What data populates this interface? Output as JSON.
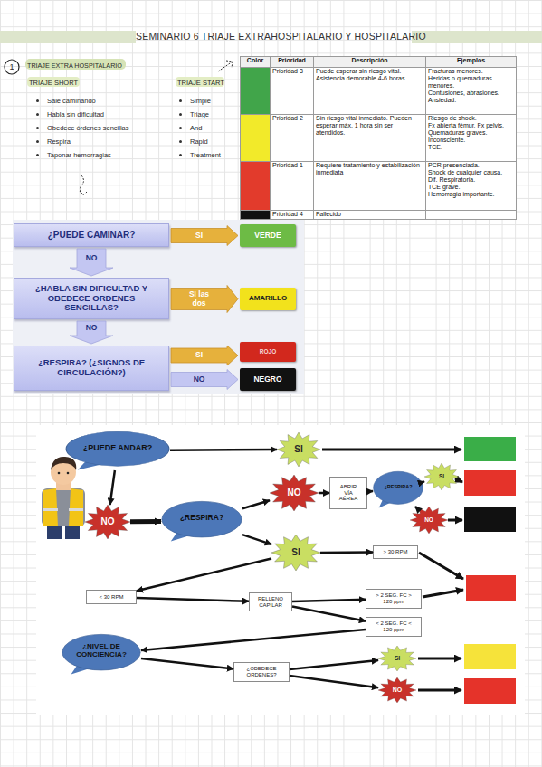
{
  "diagram": {
    "title": "SEMINARIO 6 TRIAJE EXTRAHOSPITALARIO Y HOSPITALARIO",
    "nodes": [
      {
        "text": [
          "¿PUEDE CAMINAR?"
        ]
      },
      {
        "text": [
          "VERDE"
        ]
      },
      {
        "text": [
          "¿HABLA SIN DIFICULTAD Y OBEDECE ORDENES SENCILLAS?"
        ]
      },
      {
        "text": [
          "AMARILLO"
        ]
      },
      {
        "text": [
          "¿RESPIRA? (¿SIGNOS DE CIRCULACIÓN?)"
        ]
      },
      {
        "text": [
          "ROJO"
        ]
      },
      {
        "text": [
          "NEGRO"
        ]
      },
      {
        "text": [
          "¿PUEDE ANDAR?"
        ]
      },
      {
        "text": [
          "SI"
        ]
      },
      {
        "text": [
          "NO"
        ]
      },
      {
        "text": [
          "¿RESPIRA?"
        ]
      },
      {
        "text": [
          "NO"
        ]
      },
      {
        "text": [
          "ABRIR VÍA AÉREA"
        ]
      },
      {
        "text": [
          "¿RESPIRA?"
        ]
      },
      {
        "text": [
          "SI"
        ]
      },
      {
        "text": [
          "NO"
        ]
      },
      {
        "text": [
          "SI"
        ]
      },
      {
        "text": [
          "> 30 RPM"
        ]
      },
      {
        "text": [
          "< 30 RPM"
        ]
      },
      {
        "text": [
          "RELLENO CAPILAR"
        ]
      },
      {
        "text": [
          "> 2 SEG. FC > 120 ppm"
        ]
      },
      {
        "text": [
          "< 2 SEG. FC < 120 ppm"
        ]
      },
      {
        "text": [
          "¿NIVEL DE CONCIENCIA?"
        ]
      },
      {
        "text": [
          "¿OBEDECE ORDENES?"
        ]
      },
      {
        "text": [
          "SI"
        ]
      },
      {
        "text": [
          "NO"
        ]
      }
    ],
    "edges": [
      {
        "from": 0,
        "to": 1,
        "label": "SI",
        "arrow": "to"
      },
      {
        "from": 0,
        "to": 2,
        "label": "NO",
        "arrow": "to"
      },
      {
        "from": 2,
        "to": 3,
        "label": "SI las dos",
        "arrow": "to"
      },
      {
        "from": 2,
        "to": 4,
        "label": "NO",
        "arrow": "to"
      },
      {
        "from": 4,
        "to": 5,
        "label": "SI",
        "arrow": "to"
      },
      {
        "from": 4,
        "to": 6,
        "label": "NO",
        "arrow": "to"
      },
      {
        "from": 7,
        "to": 8,
        "arrow": "to"
      },
      {
        "from": 7,
        "to": 9,
        "arrow": "to"
      },
      {
        "from": 9,
        "to": 10,
        "arrow": "to"
      },
      {
        "from": 10,
        "to": 11,
        "arrow": "to"
      },
      {
        "from": 11,
        "to": 12,
        "arrow": "to"
      },
      {
        "from": 12,
        "to": 13,
        "arrow": "to"
      },
      {
        "from": 13,
        "to": 14,
        "arrow": "to"
      },
      {
        "from": 13,
        "to": 15,
        "arrow": "to"
      },
      {
        "from": 10,
        "to": 16,
        "arrow": "to"
      },
      {
        "from": 16,
        "to": 17,
        "arrow": "to"
      },
      {
        "from": 16,
        "to": 18,
        "arrow": "to"
      },
      {
        "from": 18,
        "to": 19,
        "arrow": "to"
      },
      {
        "from": 19,
        "to": 20,
        "arrow": "to"
      },
      {
        "from": 19,
        "to": 21,
        "arrow": "to"
      },
      {
        "from": 21,
        "to": 22,
        "arrow": "to"
      },
      {
        "from": 22,
        "to": 23,
        "arrow": "to"
      },
      {
        "from": 23,
        "to": 24,
        "arrow": "to"
      },
      {
        "from": 23,
        "to": 25,
        "arrow": "to"
      }
    ],
    "labels": [
      "1",
      "TRIAJE EXTRA HOSPITALARIO",
      "TRIAJE SHORT",
      "Sale caminando",
      "Habla sin dificultad",
      "Obedece órdenes sencillas",
      "Respira",
      "Taponar hemorragias",
      "TRIAJE START",
      "Simple",
      "Triage",
      "And",
      "Rapid",
      "Treatment",
      "Color",
      "Prioridad",
      "Descripción",
      "Ejemplos",
      "Prioridad 3",
      "Puede esperar sin riesgo vital. Asistencia demorable 4-6 horas.",
      "Fracturas menores.",
      "Heridas o quemaduras menores.",
      "Contusiones, abrasiones.",
      "Ansiedad.",
      "Prioridad 2",
      "Sin riesgo vital inmediato. Pueden esperar máx. 1 hora sin ser atendidos.",
      "Riesgo de shock.",
      "Fx abierta fémur, Fx pelvis.",
      "Quemaduras graves.",
      "Inconsciente.",
      "TCE.",
      "Prioridad 1",
      "Requiere tratamiento y estabilización inmediata",
      "PCR presenciada.",
      "Shock de cualquier causa.",
      "Dif. Respiratoria.",
      "TCE grave.",
      "Hemorragia importante.",
      "Prioridad 4",
      "Fallecido"
    ]
  }
}
